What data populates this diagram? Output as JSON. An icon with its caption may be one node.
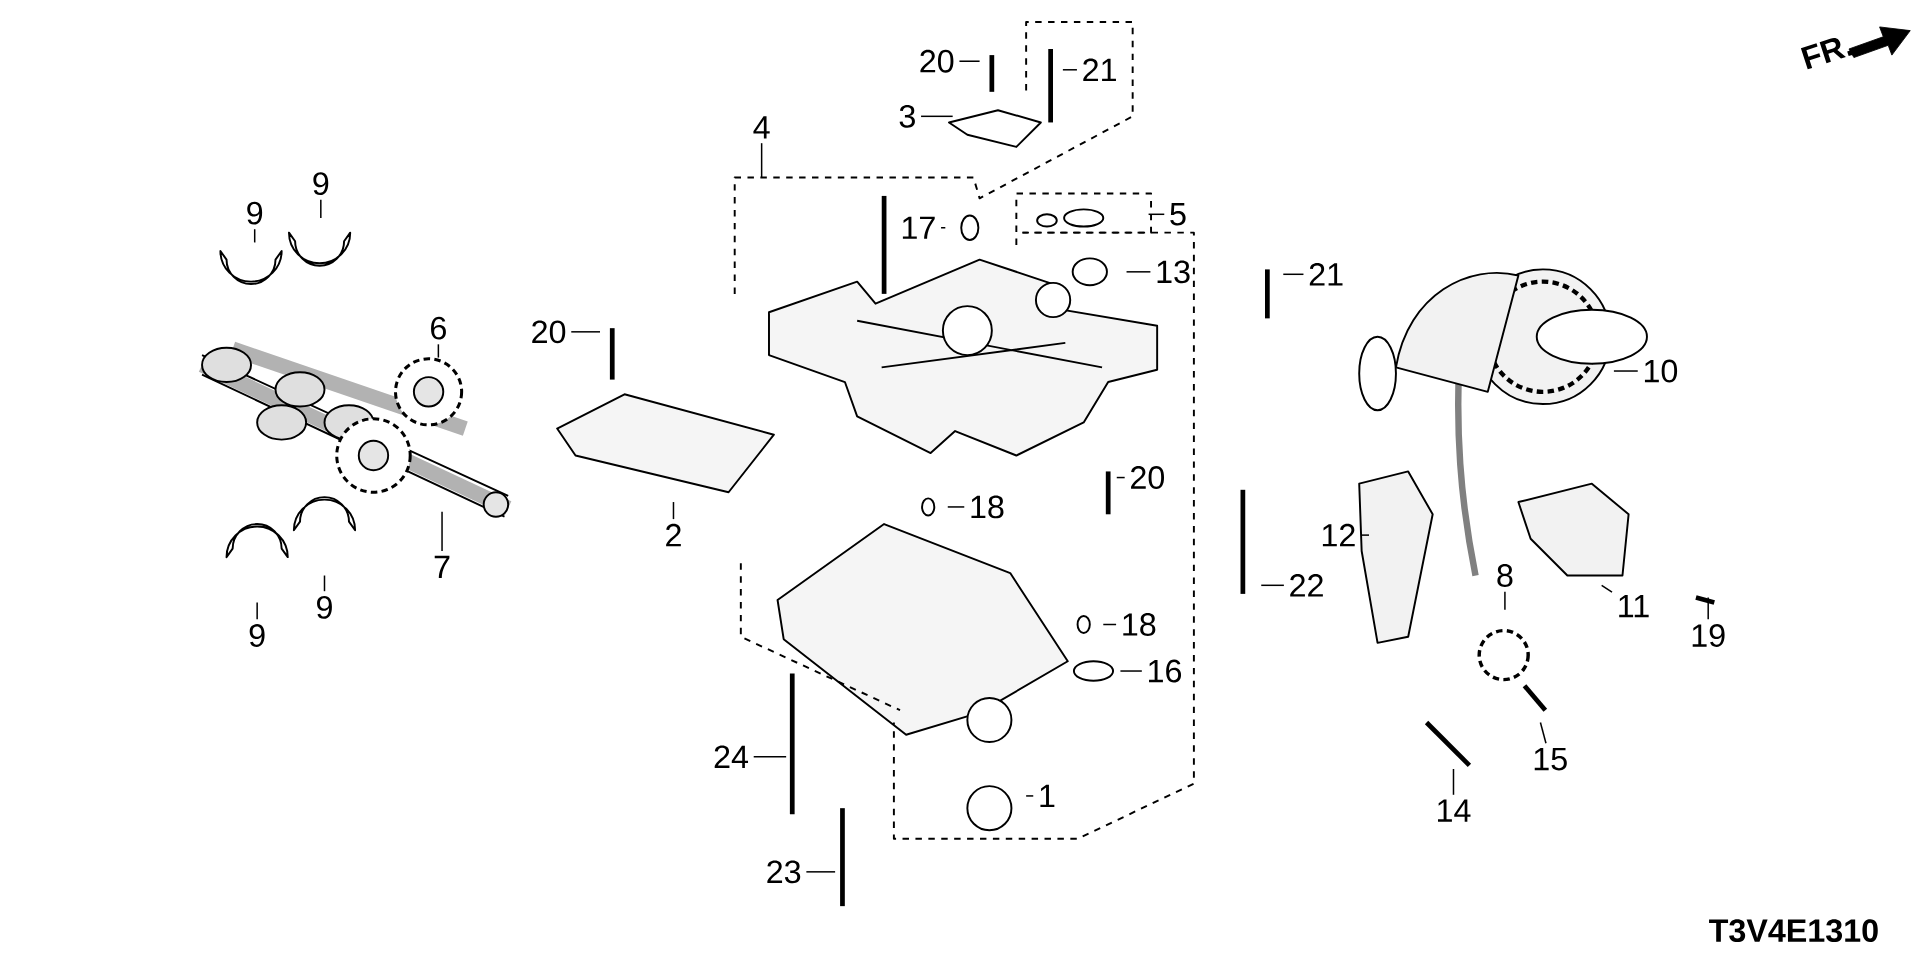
{
  "diagram": {
    "nodes": [
      {
        "text": [
          "20"
        ]
      },
      {
        "text": [
          "21"
        ]
      },
      {
        "text": [
          "3"
        ]
      },
      {
        "text": [
          "4"
        ]
      },
      {
        "text": [
          "5"
        ]
      },
      {
        "text": [
          "17"
        ]
      },
      {
        "text": [
          "13"
        ]
      },
      {
        "text": [
          "9"
        ]
      },
      {
        "text": [
          "9"
        ]
      },
      {
        "text": [
          "6"
        ]
      },
      {
        "text": [
          "20"
        ]
      },
      {
        "text": [
          "21"
        ]
      },
      {
        "text": [
          "10"
        ]
      },
      {
        "text": [
          "20"
        ]
      },
      {
        "text": [
          "2"
        ]
      },
      {
        "text": [
          "7"
        ]
      },
      {
        "text": [
          "18"
        ]
      },
      {
        "text": [
          "12"
        ]
      },
      {
        "text": [
          "22"
        ]
      },
      {
        "text": [
          "9"
        ]
      },
      {
        "text": [
          "9"
        ]
      },
      {
        "text": [
          "11"
        ]
      },
      {
        "text": [
          "8"
        ]
      },
      {
        "text": [
          "19"
        ]
      },
      {
        "text": [
          "18"
        ]
      },
      {
        "text": [
          "16"
        ]
      },
      {
        "text": [
          "24"
        ]
      },
      {
        "text": [
          "15"
        ]
      },
      {
        "text": [
          "1"
        ]
      },
      {
        "text": [
          "14"
        ]
      },
      {
        "text": [
          "23"
        ]
      }
    ],
    "edges": [
      {
        "from": 0,
        "to": null,
        "arrow": "none"
      },
      {
        "from": 1,
        "to": null,
        "arrow": "none"
      },
      {
        "from": 2,
        "to": null,
        "arrow": "none"
      },
      {
        "from": 3,
        "to": null,
        "arrow": "none"
      },
      {
        "from": 4,
        "to": null,
        "arrow": "none"
      },
      {
        "from": 5,
        "to": null,
        "arrow": "none"
      },
      {
        "from": 6,
        "to": null,
        "arrow": "none"
      },
      {
        "from": 7,
        "to": null,
        "arrow": "none"
      },
      {
        "from": 8,
        "to": null,
        "arrow": "none"
      },
      {
        "from": 9,
        "to": null,
        "arrow": "none"
      },
      {
        "from": 10,
        "to": null,
        "arrow": "none"
      },
      {
        "from": 11,
        "to": null,
        "arrow": "none"
      },
      {
        "from": 12,
        "to": null,
        "arrow": "none"
      },
      {
        "from": 13,
        "to": null,
        "arrow": "none"
      },
      {
        "from": 14,
        "to": null,
        "arrow": "none"
      },
      {
        "from": 15,
        "to": null,
        "arrow": "none"
      },
      {
        "from": 16,
        "to": null,
        "arrow": "none"
      },
      {
        "from": 17,
        "to": null,
        "arrow": "none"
      },
      {
        "from": 18,
        "to": null,
        "arrow": "none"
      },
      {
        "from": 19,
        "to": null,
        "arrow": "none"
      },
      {
        "from": 20,
        "to": null,
        "arrow": "none"
      },
      {
        "from": 21,
        "to": null,
        "arrow": "none"
      },
      {
        "from": 22,
        "to": null,
        "arrow": "none"
      },
      {
        "from": 23,
        "to": null,
        "arrow": "none"
      },
      {
        "from": 24,
        "to": null,
        "arrow": "none"
      },
      {
        "from": 25,
        "to": null,
        "arrow": "none"
      },
      {
        "from": 26,
        "to": null,
        "arrow": "none"
      },
      {
        "from": 27,
        "to": null,
        "arrow": "none"
      },
      {
        "from": 28,
        "to": null,
        "arrow": "none"
      },
      {
        "from": 29,
        "to": null,
        "arrow": "none"
      },
      {
        "from": 30,
        "to": null,
        "arrow": "none"
      }
    ],
    "labels": [
      "FR.",
      "T3V4E1310"
    ]
  }
}
